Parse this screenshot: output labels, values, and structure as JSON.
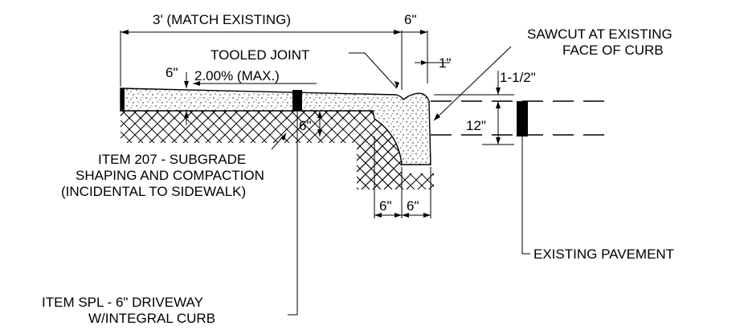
{
  "labels": {
    "width_match_existing": "3' (MATCH EXISTING)",
    "curb_top_width": "6\"",
    "tooled_joint": "TOOLED JOINT",
    "sawcut_line1": "SAWCUT AT EXISTING",
    "sawcut_line2": "FACE OF CURB",
    "offset_1in": "1\"",
    "slab_6in": "6\"",
    "slope": "2.00% (MAX.)",
    "curb_reveal": "1-1/2\"",
    "curb_depth_6in": "6\"",
    "curb_height_12in": "12\"",
    "item207_line1": "ITEM 207 - SUBGRADE",
    "item207_line2": "SHAPING AND COMPACTION",
    "item207_line3": "(INCIDENTAL TO SIDEWALK)",
    "base_left_6in": "6\"",
    "base_right_6in": "6\"",
    "existing_pavement": "EXISTING PAVEMENT",
    "itemspl_line1": "ITEM SPL - 6\" DRIVEWAY",
    "itemspl_line2": "W/INTEGRAL CURB"
  },
  "colors": {
    "ink": "#000000",
    "background": "#ffffff"
  }
}
